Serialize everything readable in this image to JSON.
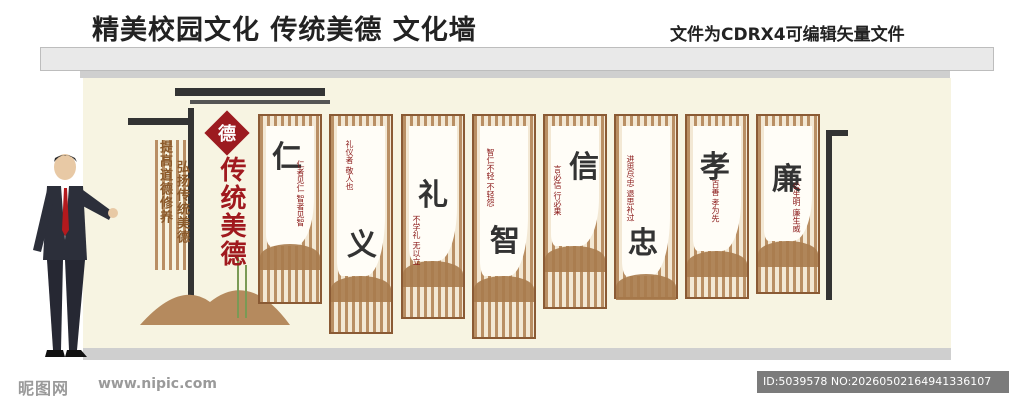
{
  "header": {
    "title": "精美校园文化 传统美德 文化墙",
    "subtitle": "文件为CDRX4可编辑矢量文件"
  },
  "left_section": {
    "seal_char": "德",
    "heading": "传统美德",
    "slogan_line1": "弘扬传统美德",
    "slogan_line2": "提高道德修养"
  },
  "panels": [
    {
      "char": "仁",
      "text": "仁者见仁 智者见智"
    },
    {
      "char": "义",
      "text": "礼仪者 敬人也"
    },
    {
      "char": "礼",
      "text": "不学礼 无以立"
    },
    {
      "char": "智",
      "text": "智仁不轻 不轻怨"
    },
    {
      "char": "信",
      "text": "言必信 行必果"
    },
    {
      "char": "忠",
      "text": "进思尽忠 退思补过"
    },
    {
      "char": "孝",
      "text": "百善 孝为先"
    },
    {
      "char": "廉",
      "text": "公生明 廉生威"
    }
  ],
  "footer": {
    "watermark_logo": "昵图网",
    "watermark_url": "www.nipic.com",
    "id_text": "ID:5039578 NO:20260502164941336107"
  },
  "colors": {
    "wall": "#f7f4e2",
    "wood": "#a97b4d",
    "accent_red": "#9c1b20"
  }
}
